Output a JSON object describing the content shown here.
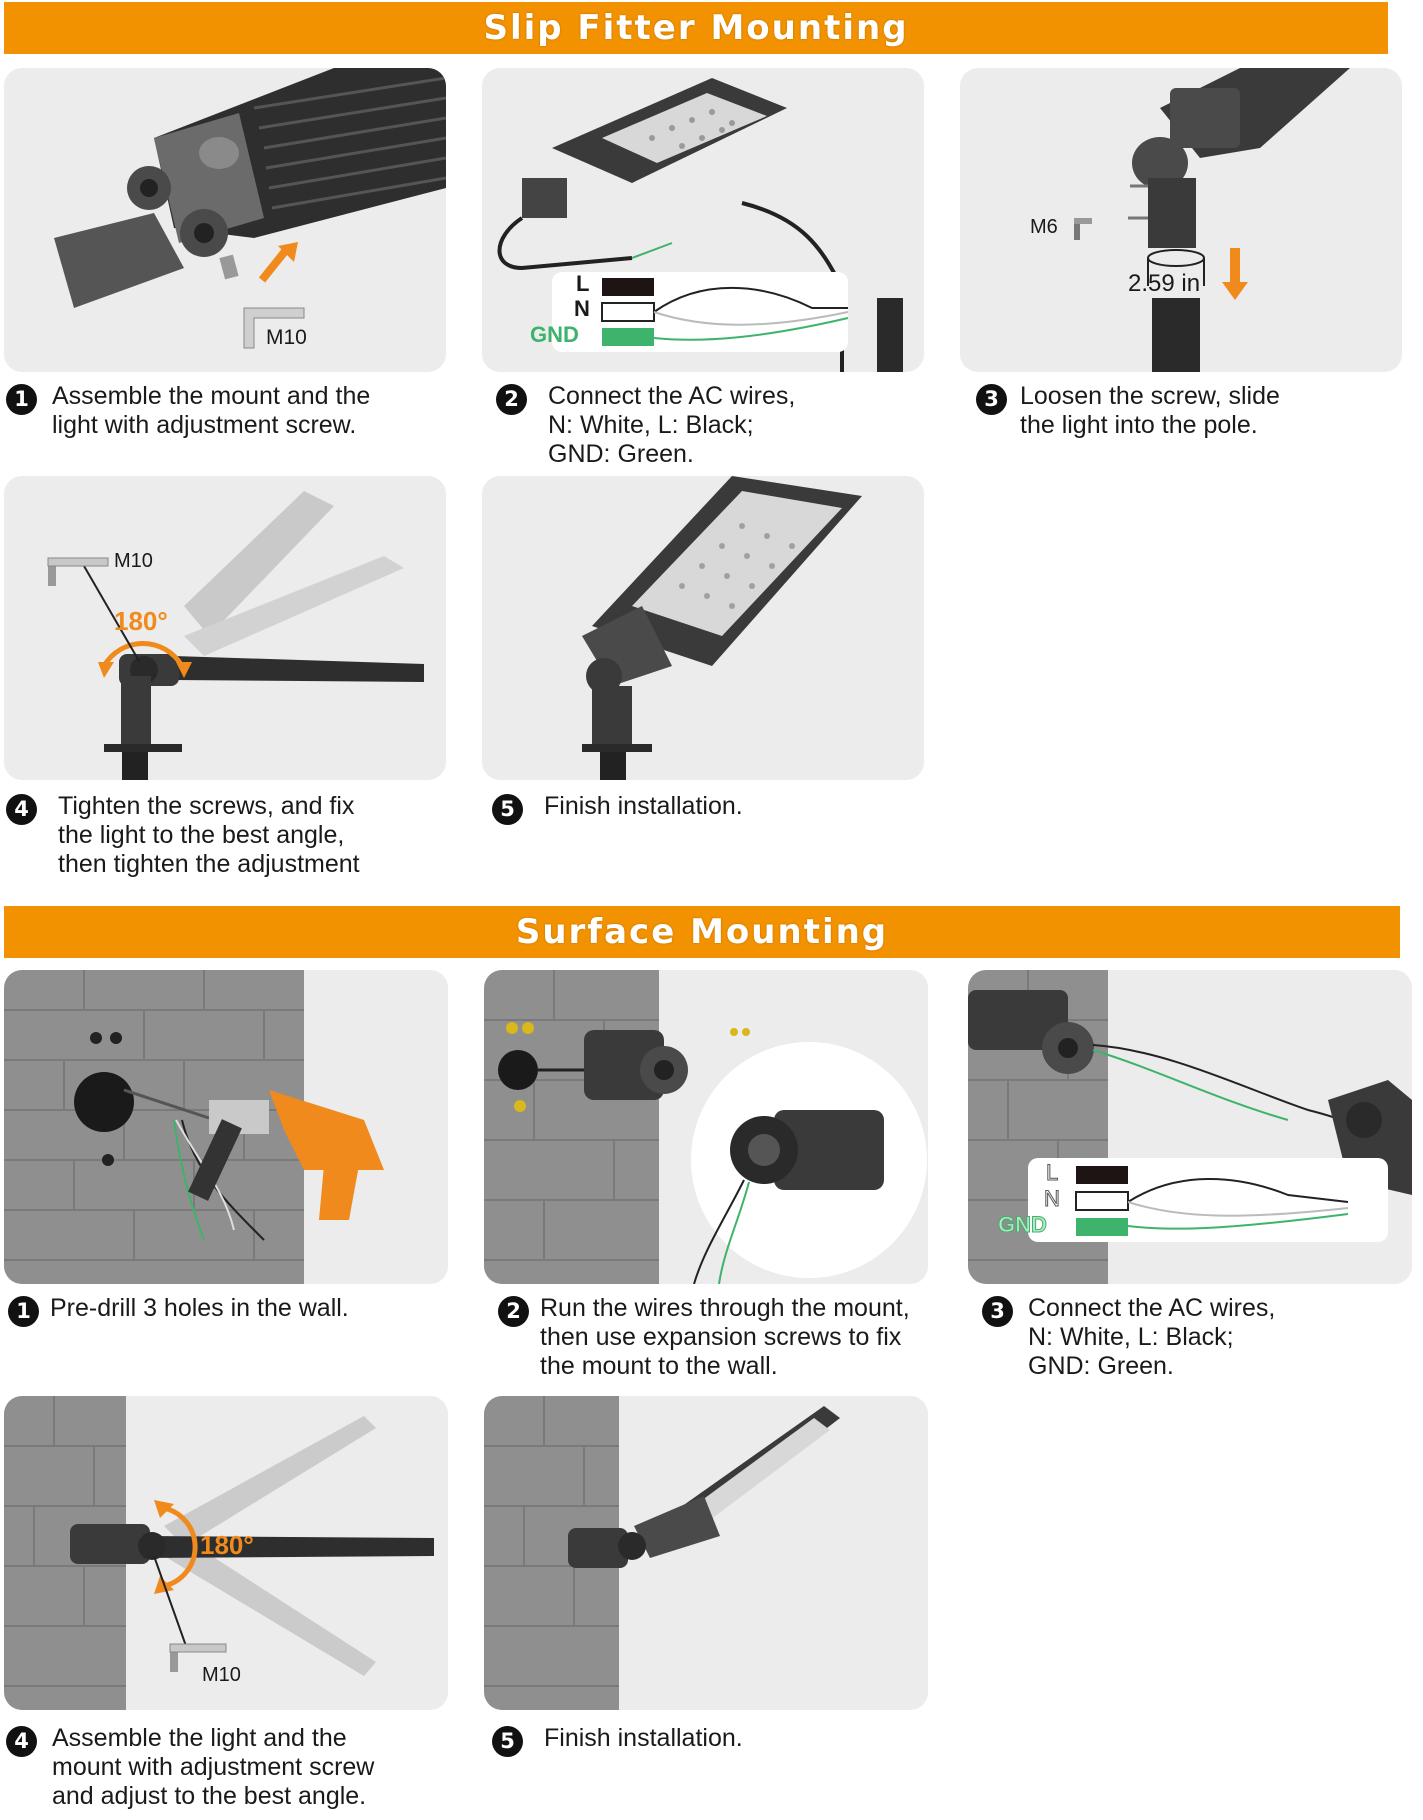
{
  "slip": {
    "title": "Slip Fitter Mounting",
    "steps": [
      {
        "num": "1",
        "text": "Assemble the mount and the\nlight with adjustment screw."
      },
      {
        "num": "2",
        "text": "Connect the AC wires,\nN: White, L: Black;\nGND: Green."
      },
      {
        "num": "3",
        "text": "Loosen the screw, slide\nthe light into the pole."
      },
      {
        "num": "4",
        "text": "Tighten the screws, and fix\nthe light to the best angle,\nthen tighten the adjustment"
      },
      {
        "num": "5",
        "text": "Finish installation."
      }
    ],
    "labels": {
      "m10_a": "M10",
      "wire_l": "L",
      "wire_n": "N",
      "wire_gnd": "GND",
      "m6": "M6",
      "pole_dia": "2.59 in",
      "m10_b": "M10",
      "angle": "180°"
    }
  },
  "surface": {
    "title": "Surface Mounting",
    "steps": [
      {
        "num": "1",
        "text": "Pre-drill 3 holes in the wall."
      },
      {
        "num": "2",
        "text": "Run the wires through the mount,\nthen use expansion screws to fix\nthe mount to the wall."
      },
      {
        "num": "3",
        "text": "Connect the AC wires,\nN: White, L: Black;\nGND: Green."
      },
      {
        "num": "4",
        "text": "Assemble the light and the\nmount with adjustment screw\nand adjust to the best angle."
      },
      {
        "num": "5",
        "text": "Finish installation."
      }
    ],
    "labels": {
      "wire_l": "L",
      "wire_n": "N",
      "wire_gnd": "GND",
      "angle": "180°",
      "m10": "M10"
    }
  },
  "colors": {
    "banner": "#f39200",
    "accent": "#f08a1c",
    "fixture": "#3d3d3d",
    "gnd": "#3db36b",
    "panel": "#ececec"
  }
}
